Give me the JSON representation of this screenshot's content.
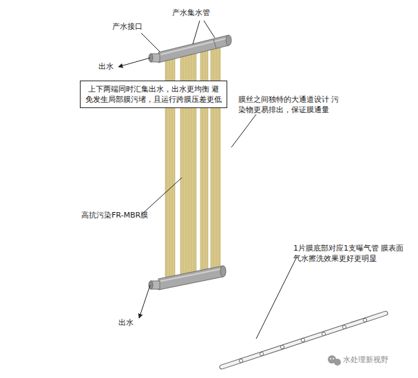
{
  "diagram": {
    "nodes": [
      {
        "text": [
          "上下两端同时汇集出水，出水更均衡 避免发生局部膜污堵，且运行跨膜压差更低"
        ]
      }
    ],
    "labels": [
      "产水集水管",
      "产水接口",
      "出水",
      "膜丝之间独特的大通道设计 污染物更易排出，保证膜通量",
      "高抗污染FR-MBR膜",
      "出水",
      "1片膜底部对应1支曝气管 膜表面气水擦洗效果更好更明显",
      "水处理新视野"
    ]
  }
}
